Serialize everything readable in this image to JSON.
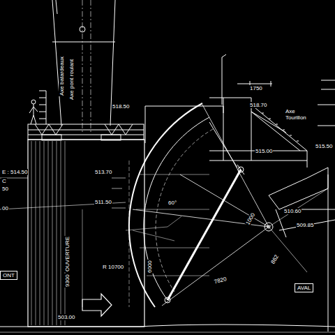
{
  "diagram": {
    "labels": [
      "Axe batardeaux",
      "Axe pont roulant",
      "518.50",
      "1750",
      "518.70",
      "Axe Tourillon",
      "515.00",
      "515.50",
      "513.70",
      "511.50",
      "510.60",
      "509.85",
      "R 10700",
      "OUVERTURE",
      "9300",
      "6000",
      "60°",
      "1000",
      "7820",
      "862",
      "503.00",
      "AVAL",
      "ONT",
      "E : 514.50",
      "C",
      "50",
      "00"
    ]
  }
}
